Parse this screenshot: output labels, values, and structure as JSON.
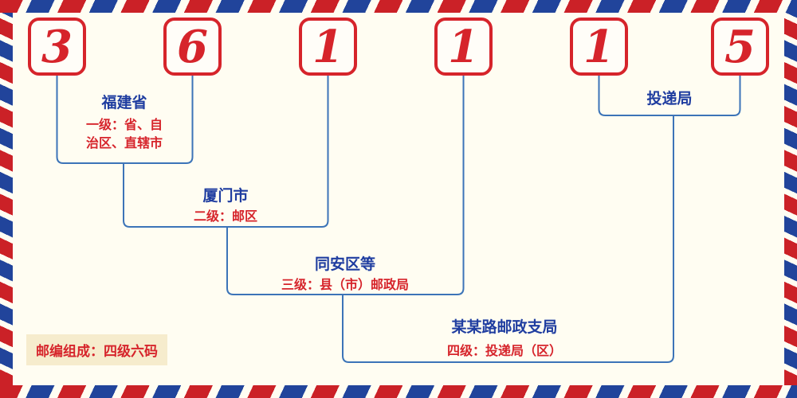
{
  "diagram": {
    "code_digits": [
      "3",
      "6",
      "1",
      "1",
      "1",
      "5"
    ],
    "levels": {
      "level1": {
        "name": "福建省",
        "desc_line1": "一级：省、自",
        "desc_line2": "治区、直辖市"
      },
      "level2": {
        "name": "厦门市",
        "desc": "二级：邮区"
      },
      "level3": {
        "name": "同安区等",
        "desc": "三级：县（市）邮政局"
      },
      "level4": {
        "name": "某某路邮政支局",
        "desc": "四级：投递局（区）"
      },
      "delivery": {
        "name": "投递局"
      }
    },
    "footer_note": "邮编组成：四级六码"
  },
  "colors": {
    "digit_red": "#d6242b",
    "label_blue": "#1f3da0",
    "desc_red": "#d6242b",
    "line_blue": "#3c74b8",
    "border_red": "#cb2127",
    "border_blue": "#21449b",
    "badge_bg": "#f6eccd",
    "page_bg": "#fffdf2"
  }
}
